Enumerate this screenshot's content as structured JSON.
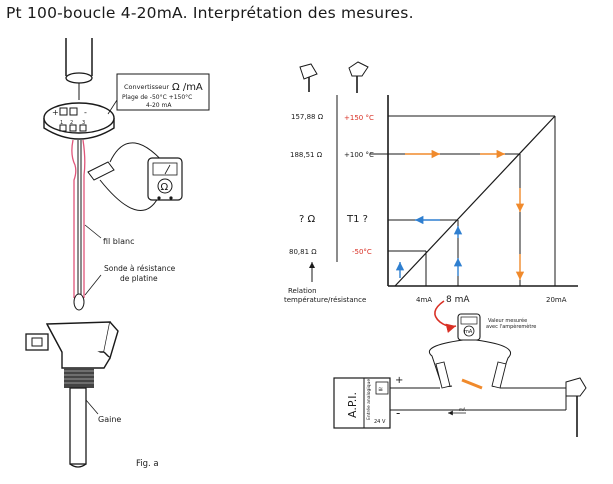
{
  "title": "Pt 100-boucle 4-20mA. Interprétation des mesures.",
  "converter": {
    "line1": "Convertisseur",
    "line1_unit": "Ω /mA",
    "line2": "Plage de -50°C  +150°C",
    "line3": "4-20 mA",
    "terminals_top": "+ ▣ ▣ -",
    "terminals_nums": "1  2  3"
  },
  "labels": {
    "wire": "fil blanc",
    "probe_line1": "Sonde à résistance",
    "probe_line2": "de platine",
    "sheath": "Gaine",
    "figure": "Fig. a",
    "relation_line1": "Relation",
    "relation_line2": "température/résistance",
    "meter_value_line1": "Valeur mesurée",
    "meter_value_line2": "avec l'ampèremètre",
    "api": "A.P.I.",
    "api_sub": "Entrée analogique",
    "api_supply": "24 V",
    "current_arrow": "mA",
    "plus": "+",
    "minus": "-"
  },
  "graph": {
    "resistances": [
      "157,88 Ω",
      "188,51 Ω",
      "?  Ω",
      "80,81 Ω"
    ],
    "temperatures": [
      "+150 °C",
      "+100 °C",
      "T1 ?",
      "-50°C"
    ],
    "x_ticks": [
      "4mA",
      "8 mA",
      "20mA"
    ]
  },
  "colors": {
    "accent_red": "#d93025",
    "accent_orange": "#f08a2c",
    "accent_blue": "#2f7fd0",
    "wire_pink": "#e0557a"
  }
}
